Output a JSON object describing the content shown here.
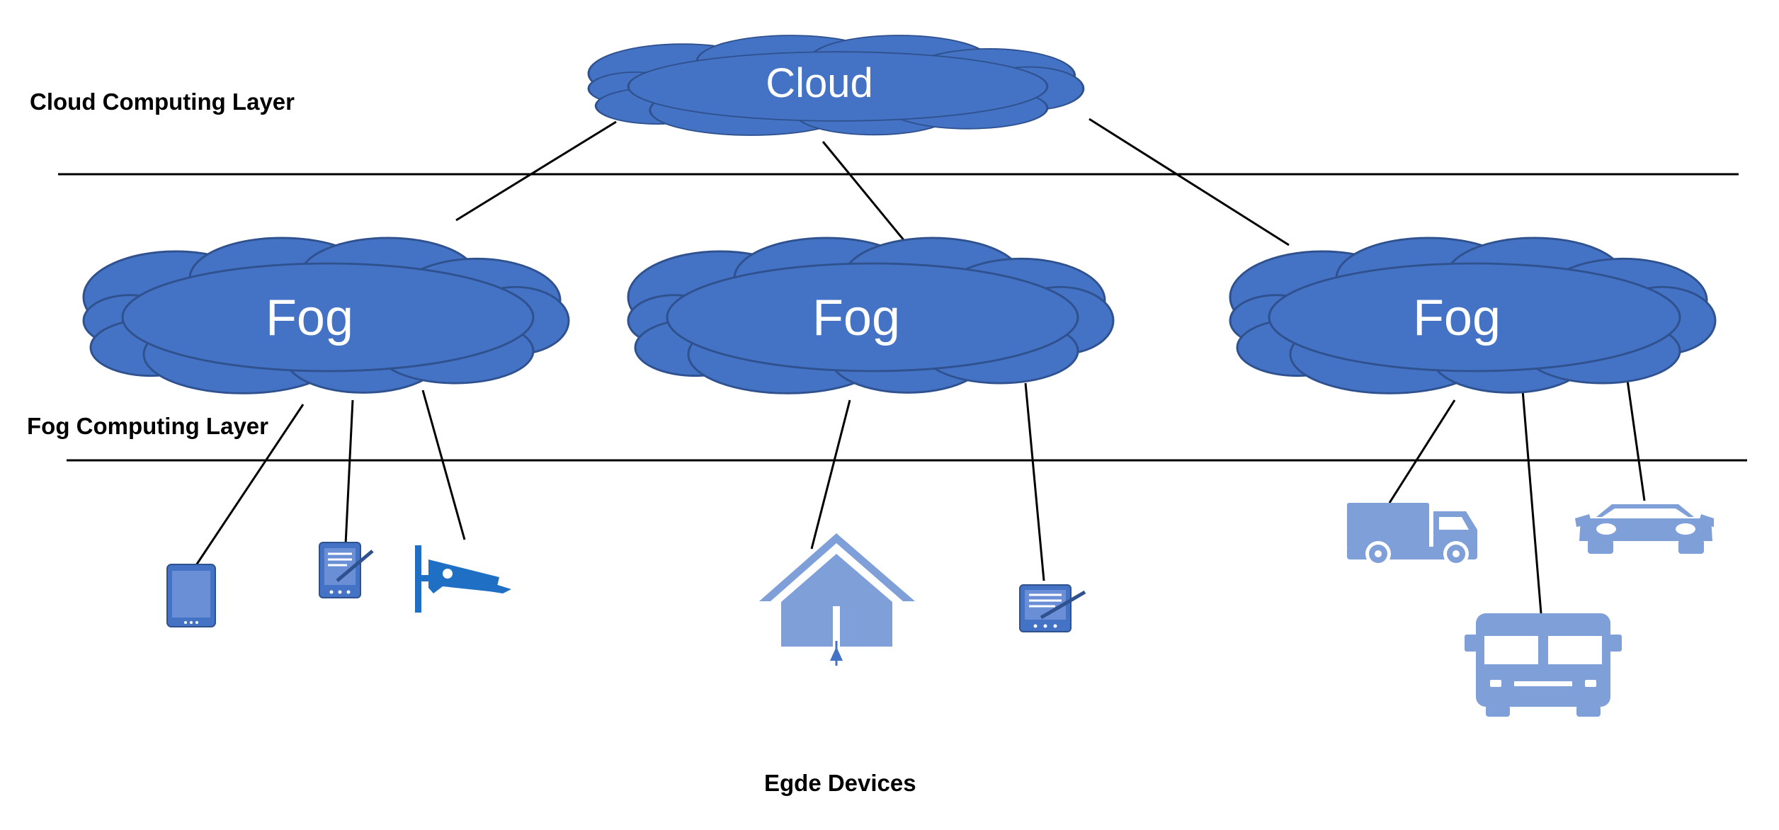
{
  "labels": {
    "cloud_layer": "Cloud Computing Layer",
    "fog_layer": "Fog Computing Layer",
    "edge_devices": "Egde Devices"
  },
  "nodes": {
    "cloud": "Cloud",
    "fog_left": "Fog",
    "fog_center": "Fog",
    "fog_right": "Fog"
  },
  "icons": {
    "fog_left": [
      "tablet-icon",
      "pda-icon",
      "security-camera-icon"
    ],
    "fog_center": [
      "house-icon",
      "pda-icon"
    ],
    "fog_right": [
      "truck-icon",
      "bus-icon",
      "car-icon"
    ]
  },
  "colors": {
    "cloud_fill": "#4472C4",
    "cloud_stroke": "#2F528F",
    "icon_light": "#7F9FD9",
    "icon_dark": "#4472C4",
    "camera": "#1F6FC4",
    "line": "#000000"
  }
}
